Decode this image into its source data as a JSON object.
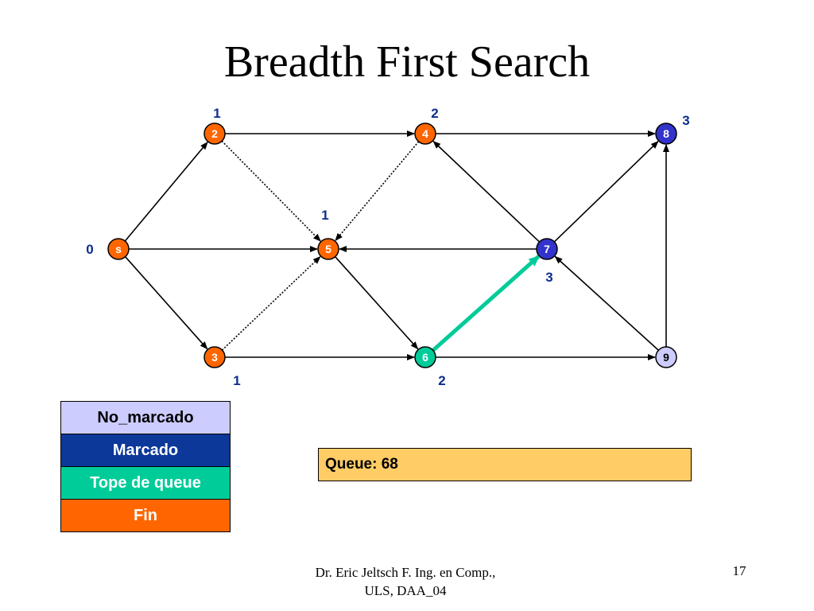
{
  "slide": {
    "title": "Breadth First Search",
    "footer_line1": "Dr. Eric Jeltsch F. Ing. en Comp.,",
    "footer_line2": "ULS, DAA_04",
    "page_number": "17"
  },
  "colors": {
    "no_marcado": "#ccccff",
    "marcado": "#0b3899",
    "tope": "#00cc99",
    "fin": "#ff6600",
    "node_visited_blue": "#3333cc",
    "node_unvisited": "#ccccff",
    "highlight_edge": "#00cc99",
    "queue_bg": "#ffcc66",
    "distance_text": "#0b2e8c"
  },
  "graph": {
    "nodes": [
      {
        "id": "s",
        "label": "s",
        "state": "fin",
        "distance": "0"
      },
      {
        "id": "2",
        "label": "2",
        "state": "fin",
        "distance": "1"
      },
      {
        "id": "3",
        "label": "3",
        "state": "fin",
        "distance": "1"
      },
      {
        "id": "4",
        "label": "4",
        "state": "fin",
        "distance": "2"
      },
      {
        "id": "5",
        "label": "5",
        "state": "fin",
        "distance": "1"
      },
      {
        "id": "6",
        "label": "6",
        "state": "tope",
        "distance": "2"
      },
      {
        "id": "7",
        "label": "7",
        "state": "marcado",
        "distance": "3"
      },
      {
        "id": "8",
        "label": "8",
        "state": "marcado",
        "distance": "3"
      },
      {
        "id": "9",
        "label": "9",
        "state": "no_marcado",
        "distance": ""
      }
    ],
    "edges": [
      {
        "from": "s",
        "to": "2",
        "style": "solid"
      },
      {
        "from": "s",
        "to": "5",
        "style": "solid"
      },
      {
        "from": "s",
        "to": "3",
        "style": "solid"
      },
      {
        "from": "2",
        "to": "4",
        "style": "solid"
      },
      {
        "from": "2",
        "to": "5",
        "style": "dotted"
      },
      {
        "from": "3",
        "to": "5",
        "style": "dotted"
      },
      {
        "from": "3",
        "to": "6",
        "style": "solid"
      },
      {
        "from": "4",
        "to": "8",
        "style": "solid"
      },
      {
        "from": "4",
        "to": "5",
        "style": "dotted"
      },
      {
        "from": "5",
        "to": "6",
        "style": "solid"
      },
      {
        "from": "7",
        "to": "5",
        "style": "solid"
      },
      {
        "from": "7",
        "to": "4",
        "style": "solid"
      },
      {
        "from": "7",
        "to": "8",
        "style": "solid"
      },
      {
        "from": "6",
        "to": "7",
        "style": "highlight"
      },
      {
        "from": "6",
        "to": "9",
        "style": "solid"
      },
      {
        "from": "9",
        "to": "7",
        "style": "solid"
      },
      {
        "from": "9",
        "to": "8",
        "style": "solid"
      }
    ]
  },
  "legend": {
    "items": [
      {
        "label": "No_marcado",
        "state": "no_marcado"
      },
      {
        "label": "Marcado",
        "state": "marcado"
      },
      {
        "label": "Tope de queue",
        "state": "tope"
      },
      {
        "label": "Fin",
        "state": "fin"
      }
    ]
  },
  "queue": {
    "text": "Queue: 68"
  }
}
